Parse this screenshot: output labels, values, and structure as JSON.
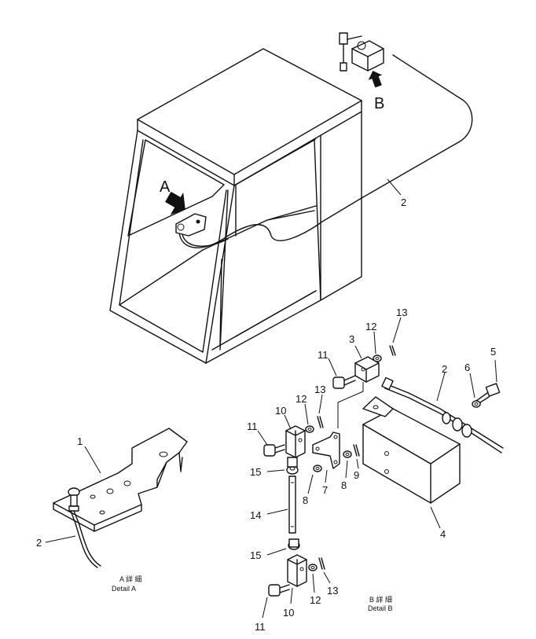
{
  "views": {
    "arrow_a": "A",
    "arrow_b": "B"
  },
  "captions": {
    "detail_a_jp": "A 詳 細",
    "detail_a_en": "Detail A",
    "detail_b_jp": "B 詳 細",
    "detail_b_en": "Detail B"
  },
  "callouts": {
    "cable_top": "2",
    "plate_1": "1",
    "cable_a": "2",
    "c13_top": "13",
    "c12_top": "12",
    "c3": "3",
    "c11_top": "11",
    "c5": "5",
    "c6": "6",
    "c2_b": "2",
    "c13_mid": "13",
    "c12_mid": "12",
    "c10_mid": "10",
    "c11_mid": "11",
    "c15_top": "15",
    "c8_left": "8",
    "c7": "7",
    "c8_right": "8",
    "c9": "9",
    "c14": "14",
    "c4": "4",
    "c15_bot": "15",
    "c13_bot": "13",
    "c12_bot": "12",
    "c10_bot": "10",
    "c11_bot": "11"
  }
}
